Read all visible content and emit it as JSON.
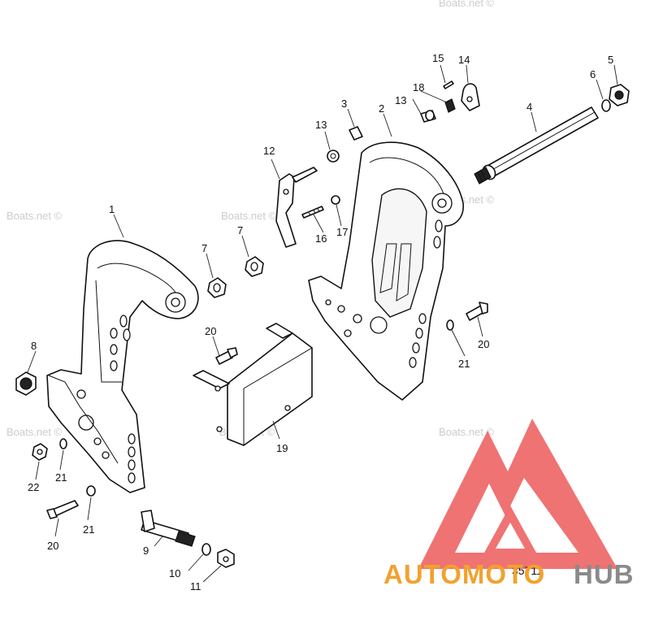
{
  "diagram": {
    "reference_number": "35711",
    "callouts": [
      "1",
      "2",
      "3",
      "4",
      "5",
      "6",
      "7",
      "7",
      "8",
      "9",
      "10",
      "11",
      "12",
      "13",
      "13",
      "14",
      "15",
      "16",
      "17",
      "18",
      "19",
      "20",
      "20",
      "20",
      "21",
      "21",
      "21",
      "22"
    ]
  },
  "watermarks": {
    "boats_net": "Boats.net ©"
  },
  "logo": {
    "text_part1": "AUTOMOTO",
    "text_part2": "HUB",
    "color_red": "#ec5b5b",
    "color_orange": "#f2a12e",
    "color_gray": "#8a8a8a"
  }
}
